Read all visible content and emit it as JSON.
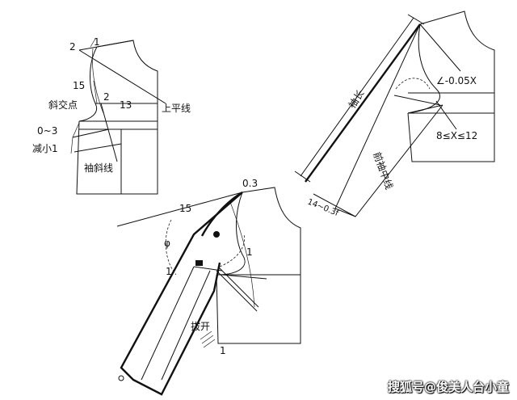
{
  "labels": {
    "two": "2",
    "one": "1",
    "fifteen": "15",
    "thirteen": "13",
    "crossing_point": "斜交点",
    "upper_level_line": "上平线",
    "zero_to_three": "0~3",
    "reduce_one": "减小1",
    "sleeve_slant_line": "袖斜线",
    "sleeve_length": "袖长",
    "angle_formula": "∠-0.05X",
    "front_sleeve_center": "前袖中线",
    "range_formula": "8≤X≤12",
    "width_formula": "14~0.3f",
    "top_offset": "0.3",
    "left_fifteen": "15",
    "angle_phi": "φ",
    "left_one": "1",
    "right_one": "1",
    "spread_open": "拔开",
    "bottom_one": "1"
  },
  "watermark": "搜狐号@俊美人台小童"
}
